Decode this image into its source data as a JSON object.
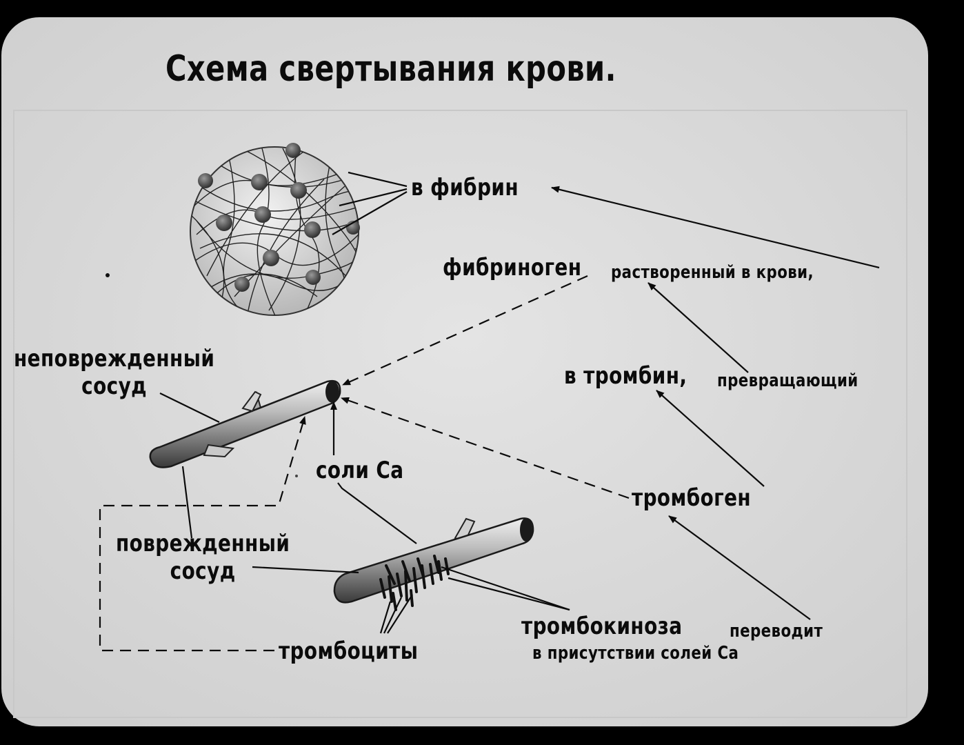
{
  "title": "Схема свертывания крови.",
  "labels": {
    "fibrin": "в фибрин",
    "fibrinogen": "фибриноген",
    "fibrinogen_note": "растворенный в крови,",
    "thrombin": "в тромбин,",
    "thrombin_note": "превращающий",
    "undamaged_line1": "неповрежденный",
    "undamaged_line2": "сосуд",
    "ca_salts": "соли Ca",
    "thrombogen": "тромбоген",
    "damaged_line1": "поврежденный",
    "damaged_line2": "сосуд",
    "thrombokinase": "тромбокиноза",
    "thrombokinase_note1": "переводит",
    "thrombokinase_note2": "в присутствии солей Ca",
    "thrombocytes": "тромбоциты"
  },
  "colors": {
    "slide_background": "#dcdcdc",
    "frame": "#000000",
    "ink": "#0b0b0b"
  }
}
